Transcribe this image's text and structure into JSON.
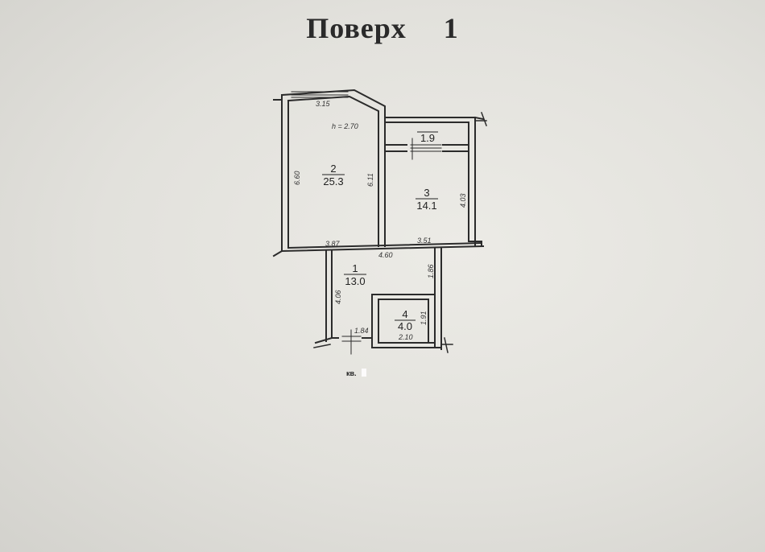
{
  "title": {
    "word": "Поверх",
    "number": "1"
  },
  "ceiling_height": "h = 2.70",
  "rooms": [
    {
      "number": "1",
      "area": "13.0"
    },
    {
      "number": "2",
      "area": "25.3"
    },
    {
      "number": "3",
      "area": "14.1"
    },
    {
      "number": "4",
      "area": "4.0"
    },
    {
      "number": "",
      "area": "1.9"
    }
  ],
  "dimensions": {
    "window_top": "3.15",
    "room2_left": "6.60",
    "room2_right": "6.11",
    "room2_bottom": "3.87",
    "room3_right": "4.03",
    "room3_bottom": "3.51",
    "corridor_top": "4.60",
    "room1_right": "1.86",
    "room1_left": "4.06",
    "entry": "1.84",
    "room4_right": "1.91",
    "room4_bottom": "2.10"
  },
  "apartment_label": "кв."
}
